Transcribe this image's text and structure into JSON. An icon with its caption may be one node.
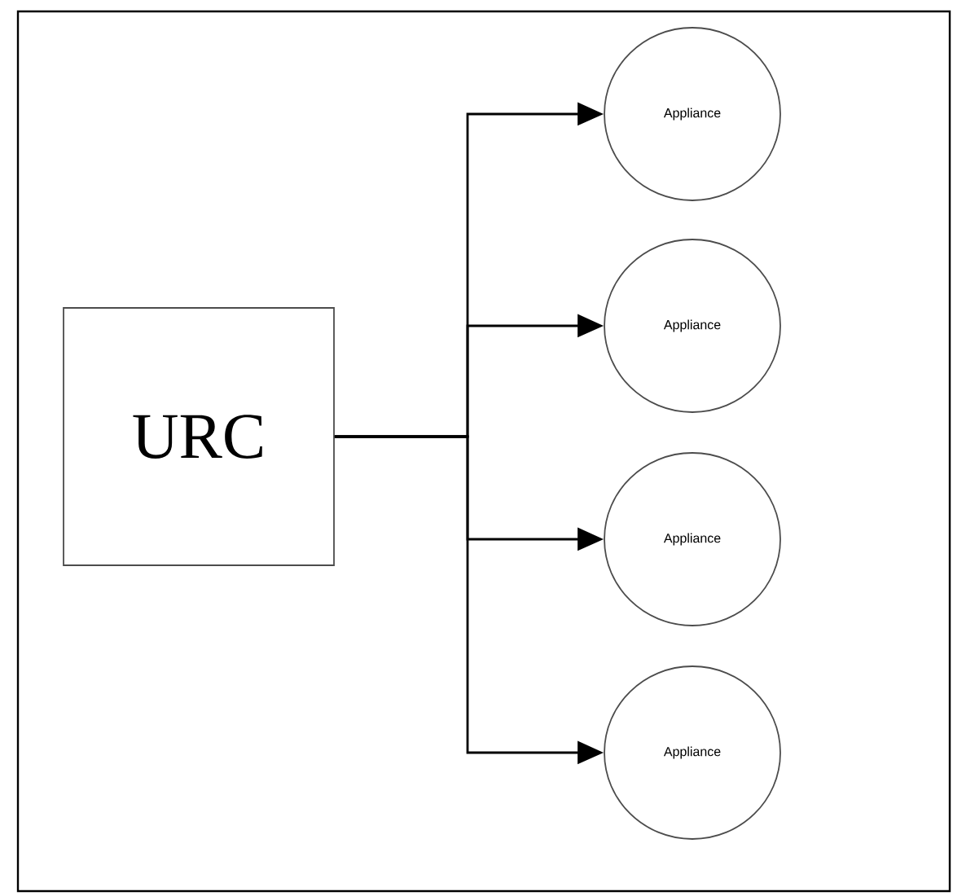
{
  "diagram": {
    "nodes": [
      {
        "text": [
          "URC"
        ]
      },
      {
        "text": [
          "Appliance"
        ]
      },
      {
        "text": [
          "Appliance"
        ]
      },
      {
        "text": [
          "Appliance"
        ]
      },
      {
        "text": [
          "Appliance"
        ]
      }
    ],
    "edges": [
      {
        "from": 0,
        "to": 1,
        "arrow": "to"
      },
      {
        "from": 0,
        "to": 2,
        "arrow": "to"
      },
      {
        "from": 0,
        "to": 3,
        "arrow": "to"
      },
      {
        "from": 0,
        "to": 4,
        "arrow": "to"
      }
    ]
  }
}
